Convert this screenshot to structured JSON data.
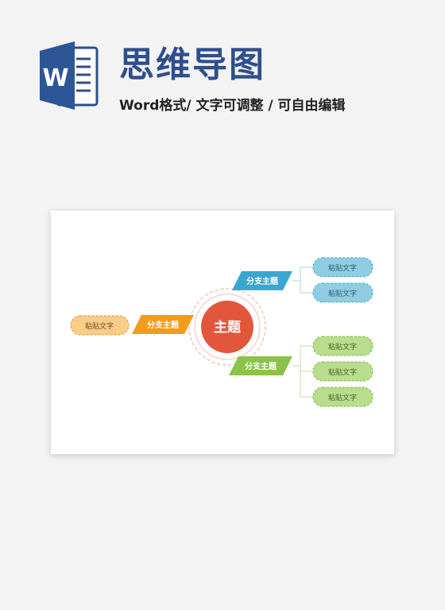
{
  "header": {
    "title": "思维导图",
    "subtitle": "Word格式/ 文字可调整 / 可自由编辑",
    "app_icon": "word-icon",
    "app_icon_letter": "W"
  },
  "mindmap": {
    "center": {
      "label": "主题",
      "color": "#e2573c"
    },
    "branches": {
      "top_right": {
        "label": "分支主题",
        "color": "#3ba6cf",
        "leaves": [
          "粘贴文字",
          "粘贴文字"
        ],
        "leaf_color": "#8fcde2"
      },
      "bottom_right": {
        "label": "分支主题",
        "color": "#8bc34a",
        "leaves": [
          "粘贴文字",
          "粘贴文字",
          "粘贴文字"
        ],
        "leaf_color": "#b8de8d"
      },
      "left": {
        "label": "分支主题",
        "color": "#f39b1b",
        "leaves": [
          "粘贴文字"
        ],
        "leaf_color": "#f9cc8a"
      }
    }
  }
}
